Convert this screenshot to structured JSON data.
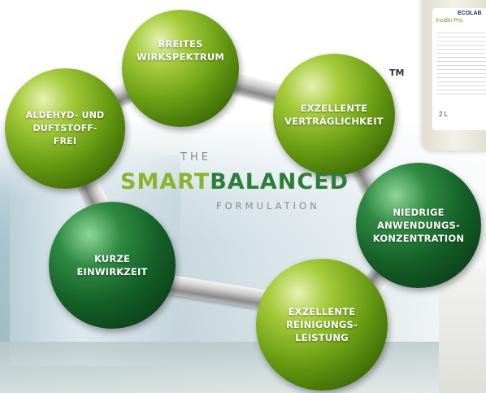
{
  "logo": {
    "the": "THE",
    "smart": "SMART",
    "balanced": "BALANCED",
    "formulation": "FORMULATION",
    "trademark": "TM"
  },
  "product": {
    "brand": "ECOLAB",
    "name": "Incidin Pro",
    "size": "2 L"
  },
  "benefits": [
    "BREITES\nWIRKSPEKTRUM",
    "EXZELLENTE\nVERTRÄGLICHKEIT",
    "NIEDRIGE\nANWENDUNGS-\nKONZENTRATION",
    "EXZELLENTE\nREINIGUNGS-\nLEISTUNG",
    "KURZE\nEINWIRKZEIT",
    "ALDEHYD- UND\nDUFTSTOFF-\nFREI"
  ],
  "colors": {
    "smart_green": "#8ab42c",
    "balanced_green": "#2e7d3a",
    "light_sphere": "#6b9e14",
    "dark_sphere": "#145f27"
  }
}
